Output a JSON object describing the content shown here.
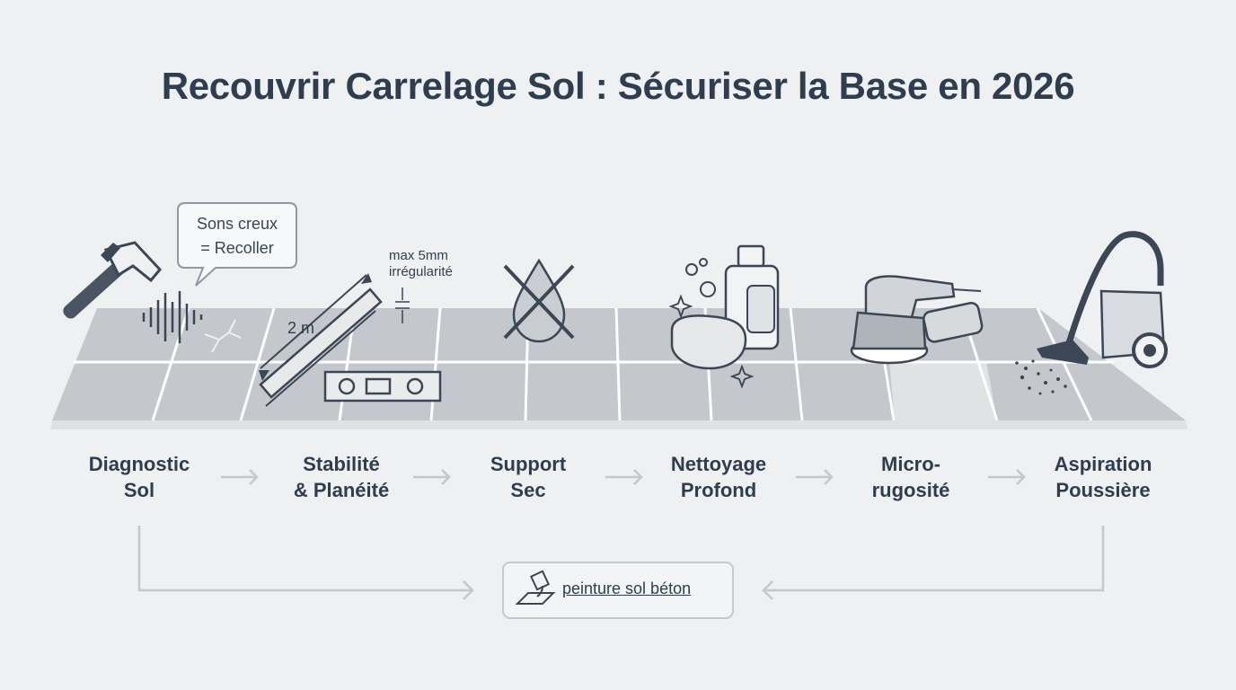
{
  "title": "Recouvrir Carrelage Sol : Sécuriser la Base en 2026",
  "diagnostic_bubble": [
    "Sons creux",
    "= Recoller"
  ],
  "level_note": {
    "length": "2 m",
    "tolerance_lines": [
      "max 5mm",
      "irrégularité"
    ]
  },
  "steps": [
    {
      "lines": [
        "Diagnostic",
        "Sol"
      ],
      "icon": "hammer-icon"
    },
    {
      "lines": [
        "Stabilité",
        "& Planéité"
      ],
      "icon": "ruler-level-icon"
    },
    {
      "lines": [
        "Support",
        "Sec"
      ],
      "icon": "no-water-icon"
    },
    {
      "lines": [
        "Nettoyage",
        "Profond"
      ],
      "icon": "cleaning-icon"
    },
    {
      "lines": [
        "Micro-",
        "rugosité"
      ],
      "icon": "sander-icon"
    },
    {
      "lines": [
        "Aspiration",
        "Poussière"
      ],
      "icon": "vacuum-icon"
    }
  ],
  "result_link": {
    "label": "peinture sol béton",
    "icon": "paint-pour-icon"
  },
  "colors": {
    "text": "#2e3d50",
    "tile": "#c3c7cb",
    "grout": "#ffffff",
    "stroke": "#3c4654",
    "arrow": "#c2c8cc"
  }
}
